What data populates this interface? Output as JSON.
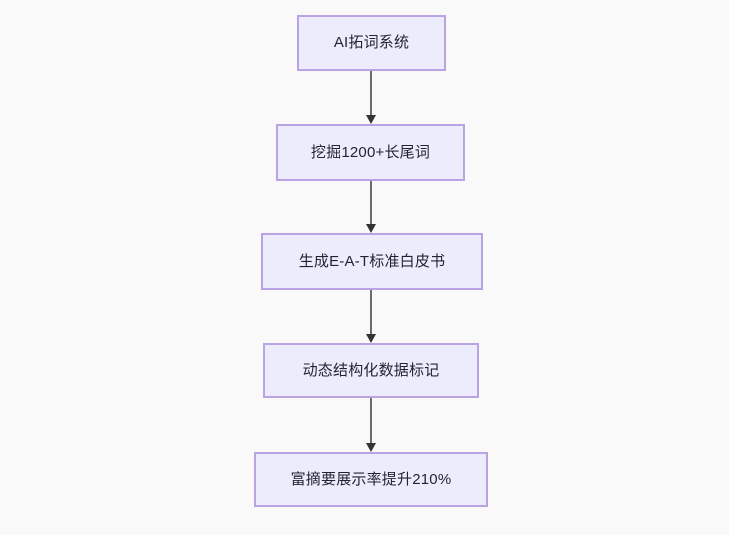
{
  "diagram": {
    "type": "flowchart",
    "orientation": "top-to-bottom",
    "background_color": "#f9f9f9",
    "node_fill_color": "#ececfd",
    "node_border_color": "#b9a3e3",
    "node_text_color": "#1f2430",
    "edge_color": "#6b6b6b",
    "arrowhead_color": "#333333",
    "nodes": [
      {
        "id": "n0",
        "label": "AI拓词系统"
      },
      {
        "id": "n1",
        "label": "挖掘1200+长尾词"
      },
      {
        "id": "n2",
        "label": "生成E-A-T标准白皮书"
      },
      {
        "id": "n3",
        "label": "动态结构化数据标记"
      },
      {
        "id": "n4",
        "label": "富摘要展示率提升210%"
      }
    ],
    "edges": [
      {
        "id": "e0",
        "from": "n0",
        "to": "n1",
        "label": ""
      },
      {
        "id": "e1",
        "from": "n1",
        "to": "n2",
        "label": ""
      },
      {
        "id": "e2",
        "from": "n2",
        "to": "n3",
        "label": ""
      },
      {
        "id": "e3",
        "from": "n3",
        "to": "n4",
        "label": ""
      }
    ]
  }
}
